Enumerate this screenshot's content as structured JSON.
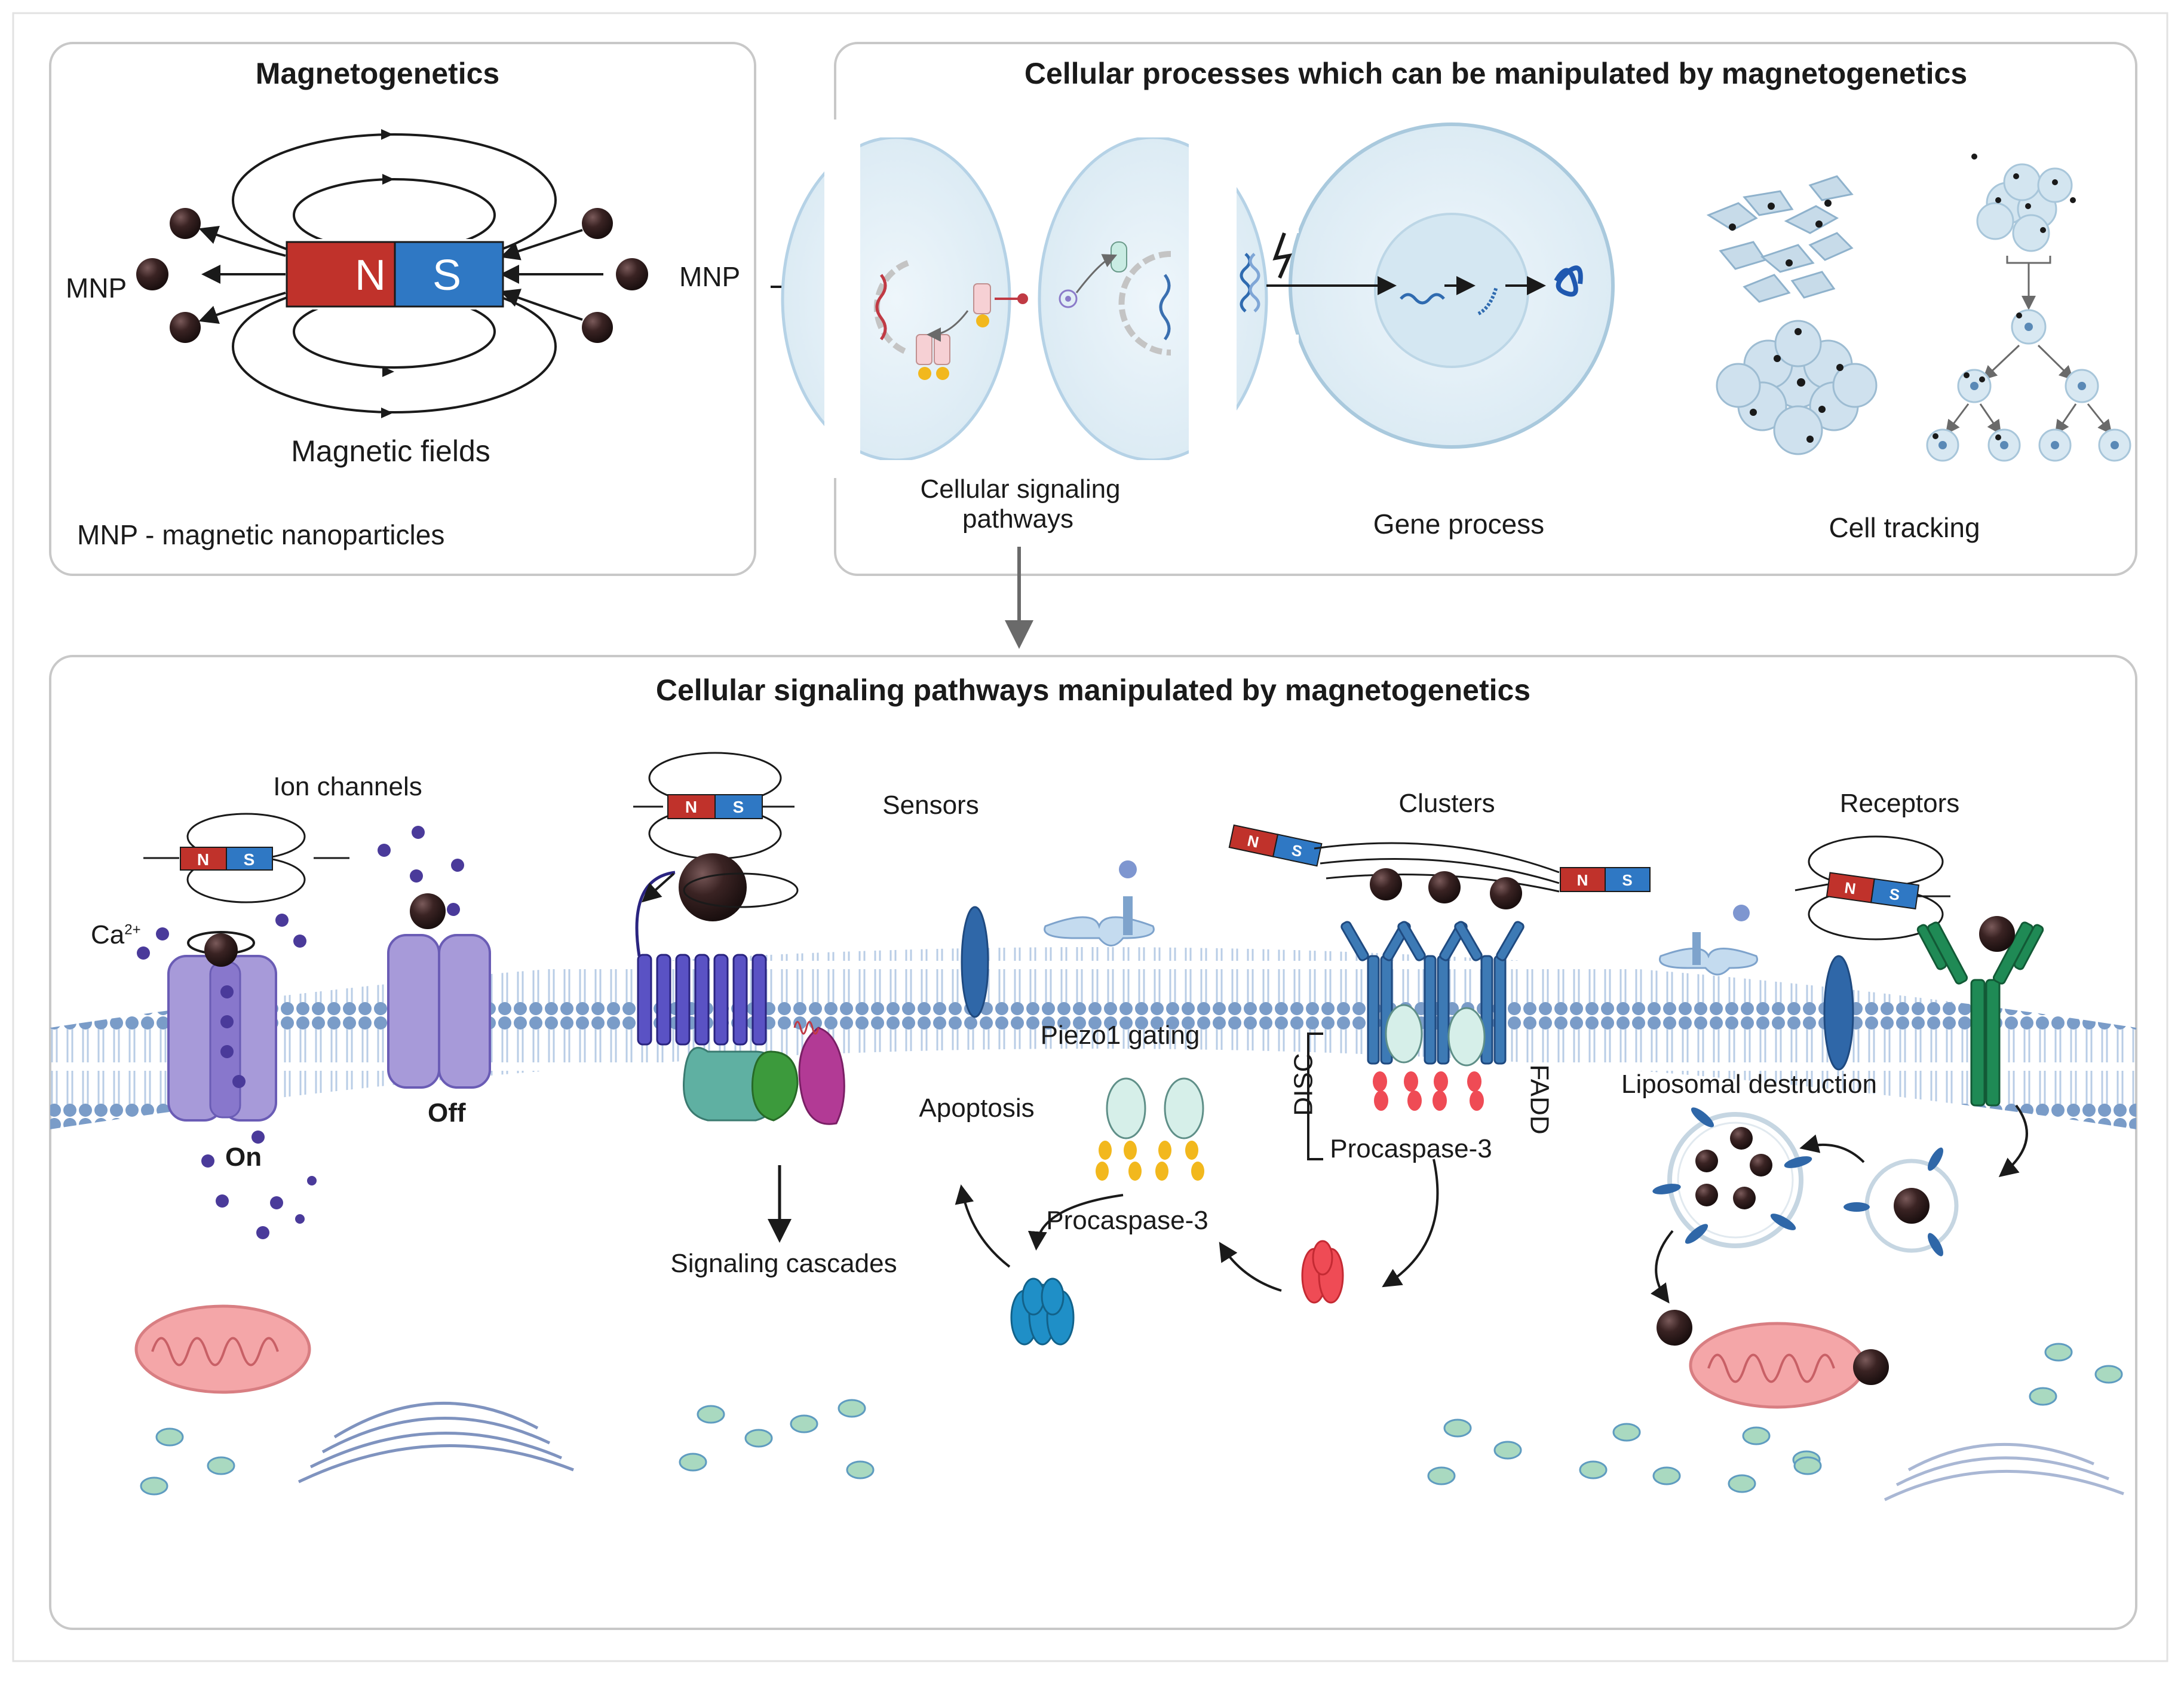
{
  "panel_top_left": {
    "title": "Magnetogenetics",
    "magnet_north": "N",
    "magnet_south": "S",
    "mnp_left": "MNP",
    "mnp_right": "MNP",
    "fields_label": "Magnetic fields",
    "legend": "MNP - magnetic nanoparticles"
  },
  "panel_top_right": {
    "title": "Cellular processes which can be manipulated by magnetogenetics",
    "signaling_line1": "Cellular signaling",
    "signaling_line2": "pathways",
    "gene_label": "Gene process",
    "tracking_label": "Cell tracking"
  },
  "panel_bottom": {
    "title": "Cellular signaling pathways manipulated by magnetogenetics",
    "ion_channels": "Ion channels",
    "ca_ion": "Ca",
    "ca_charge": "2+",
    "on_label": "On",
    "off_label": "Off",
    "sensors": "Sensors",
    "signaling_cascades": "Signaling cascades",
    "piezo_gating": "Piezo1 gating",
    "apoptosis": "Apoptosis",
    "procaspase_left": "Procaspase-3",
    "clusters": "Clusters",
    "disc": "DISC",
    "fadd": "FADD",
    "procaspase_right": "Procaspase-3",
    "receptors": "Receptors",
    "liposomal": "Liposomal destruction",
    "magnet_n": "N",
    "magnet_s": "S"
  },
  "colors": {
    "magnet_north": "#c0322b",
    "magnet_south": "#2f78c4",
    "particle": "#3a2323",
    "membrane_head": "#7a9cc8",
    "membrane_tail": "#b9cde6",
    "ion_channel": "#a79ad9",
    "gpcr": "#5a52c4",
    "caspase_blue": "#1f8fc7",
    "caspase_red": "#ef4b55",
    "receptor_green": "#1f8a55",
    "panel_border": "#c8c8c8"
  }
}
